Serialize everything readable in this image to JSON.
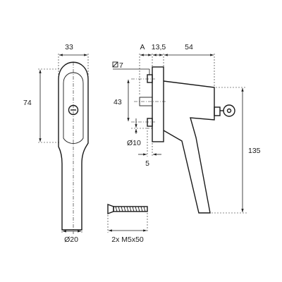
{
  "dimensions": {
    "front_width": "33",
    "front_height": "74",
    "front_diameter": "Ø20",
    "side_a": "A",
    "side_13_5": "13,5",
    "side_54": "54",
    "square": "7",
    "spacing_43": "43",
    "pin_diameter": "Ø10",
    "offset_5": "5",
    "total_height": "135",
    "screw_spec": "2x M5x50"
  },
  "colors": {
    "line": "#1a1a1a",
    "background": "#ffffff"
  }
}
